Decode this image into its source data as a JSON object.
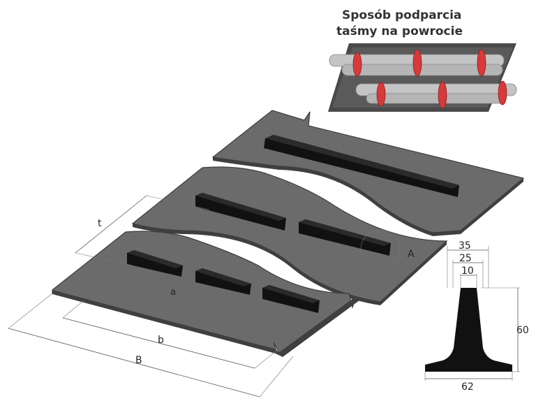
{
  "inset": {
    "title_line1": "Sposób podparcia",
    "title_line2": "taśmy na powrocie"
  },
  "belt": {
    "labels": {
      "t": "t",
      "a": "a",
      "b": "b",
      "B": "B",
      "detail": "A"
    }
  },
  "profile": {
    "top_widths": [
      "35",
      "25",
      "10"
    ],
    "height": "60",
    "base_width": "62"
  },
  "colors": {
    "belt": "#6b6b6b",
    "belt_edge": "#3e3e3e",
    "cleat": "#111111",
    "roller": "#b8b8b8",
    "ring": "#d63a3a",
    "frame": "#4a4a4a"
  }
}
